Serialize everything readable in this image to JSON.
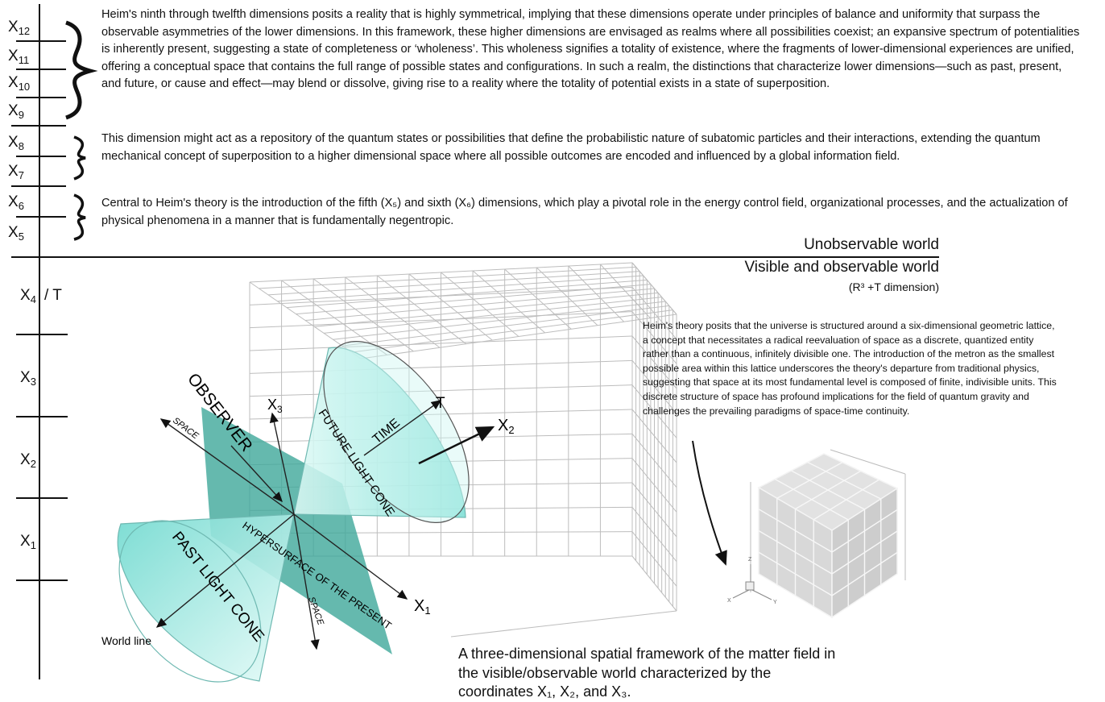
{
  "axis_labels": {
    "x12": "X12",
    "x11": "X11",
    "x10": "X10",
    "x9": "X9",
    "x8": "X8",
    "x7": "X7",
    "x6": "X6",
    "x5": "X5",
    "x4": "X4",
    "x4_suffix": "/ T",
    "x3": "X3",
    "x2": "X2",
    "x1": "X1"
  },
  "texts": {
    "top_paragraph": "Heim's ninth through twelfth dimensions posits a reality that is highly symmetrical, implying that these dimensions operate under principles of balance and uniformity that surpass the observable asymmetries of the lower dimensions. In this framework, these higher dimensions are envisaged as realms where all possibilities coexist; an expansive spectrum of potentialities is inherently present, suggesting a state of completeness or ‘wholeness’. This wholeness signifies a totality of existence, where the fragments of lower-dimensional experiences are unified, offering a conceptual space that contains the full range of possible states and configurations. In such a realm, the distinctions that characterize lower dimensions—such as past, present, and future, or cause and effect—may blend or dissolve, giving rise to a reality where the totality of potential exists in a state of superposition.",
    "middle_paragraph": "This dimension might act as a repository of the quantum states or possibilities that define the probabilistic nature of subatomic particles and their interactions, extending the quantum mechanical concept of superposition to a higher dimensional space where all possible outcomes are encoded and influenced by a global information field.",
    "lower_paragraph": "Central to Heim's theory is the introduction of the fifth (X₅) and sixth (X₆) dimensions, which play a pivotal role in the energy control field, organizational processes, and the actualization of physical phenomena in a manner that is fundamentally negentropic.",
    "unobservable": "Unobservable world",
    "visible": "Visible and observable world",
    "r3_note": "(R³ +T dimension)",
    "right_paragraph": "Heim's theory posits that the universe is structured around a six-dimensional geometric lattice, a concept that necessitates a radical reevaluation of space as a discrete, quantized entity rather than a continuous, infinitely divisible one. The introduction of the metron as the smallest possible area within this lattice underscores the theory's departure from traditional physics, suggesting that space at its most fundamental level is composed of finite, indivisible units. This discrete structure of space has profound implications for the field of quantum gravity and challenges the prevailing paradigms of space-time continuity.",
    "caption": "A three-dimensional spatial framework of the matter field in the visible/observable world characterized by the coordinates X₁, X₂, and X₃."
  },
  "diagram_labels": {
    "observer": "OBSERVER",
    "space_upper": "SPACE",
    "space_lower": "SPACE",
    "future_cone": "FUTURE LIGHT CONE",
    "time": "TIME",
    "t_axis": "T",
    "x2_axis": "X2",
    "x3_axis": "X3",
    "x1_axis": "X1",
    "past_cone": "PAST LIGHT CONE",
    "hypersurface": "HYPERSURFACE OF THE PRESENT",
    "world_line": "World line"
  },
  "cube_axes": {
    "z": "Z",
    "y": "Y",
    "x": "X"
  },
  "colors": {
    "cone_fill": "#8fe8e0",
    "plane_fill": "#3ea79a",
    "grid_line": "#b9b9b9",
    "cube_face": "#d8d8d8"
  }
}
